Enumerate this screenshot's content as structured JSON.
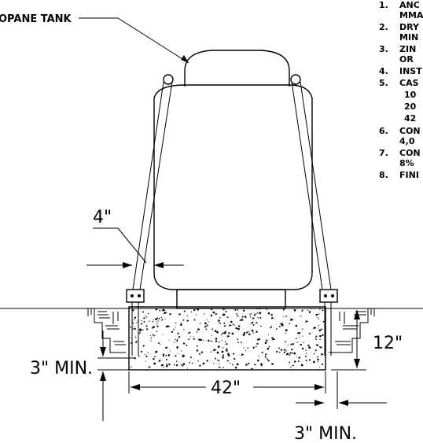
{
  "labels": {
    "tank": "OPANE TANK",
    "dim_4": "4\"",
    "dim_3_min_left": "3\" MIN.",
    "dim_42": "42\"",
    "dim_12": "12\"",
    "dim_3_min_bottom": "3\" MIN."
  },
  "notes": [
    {
      "num": "1.",
      "lines": [
        "ANC",
        "MMA"
      ]
    },
    {
      "num": "2.",
      "lines": [
        "DRY",
        "MIN"
      ]
    },
    {
      "num": "3.",
      "lines": [
        "ZIN",
        "OR"
      ]
    },
    {
      "num": "4.",
      "lines": [
        "INST"
      ]
    },
    {
      "num": "5.",
      "lines": [
        "CAS",
        "10",
        "20",
        "42"
      ]
    },
    {
      "num": "6.",
      "lines": [
        "CON",
        "4,0"
      ]
    },
    {
      "num": "7.",
      "lines": [
        "CON",
        "8%"
      ]
    },
    {
      "num": "8.",
      "lines": [
        "FINI"
      ]
    }
  ]
}
